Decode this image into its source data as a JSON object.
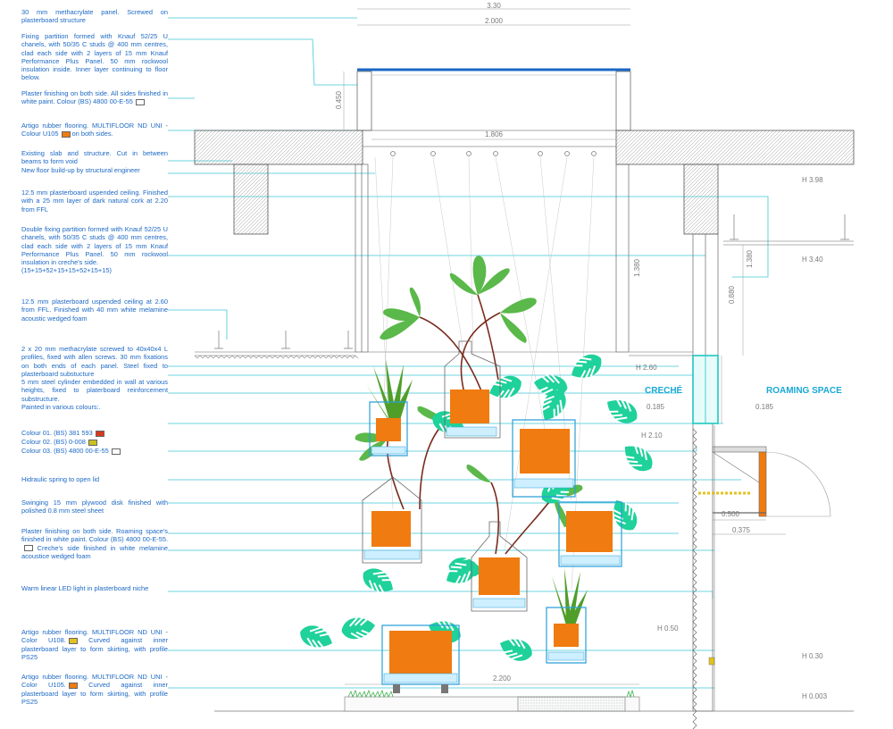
{
  "notes": [
    {
      "text": "30 mm methacrylate panel. Screwed on plasterboard structure"
    },
    {
      "text": "Fixing partition formed with Knauf 52/25 U chanels, with 50/35 C studs @ 400 mm centres, clad each side with 2 layers of 15 mm Knauf Performance Plus Panel. 50 mm rockwool insulation inside. Inner layer continuing to floor below."
    },
    {
      "text": "Plaster finishing on both side. All sides finished in white paint.  Colour (BS) 4800 00-E-55",
      "swatch": "#ffffff"
    },
    {
      "text": "Artigo rubber flooring. MULTIFLOOR ND UNI - Colour U105",
      "swatch": "#f07b10",
      "after": "on both sides."
    },
    {
      "text": "Existing slab and structure. Cut in between beams to form void\nNew floor build-up by structural engineer"
    },
    {
      "text": "12.5 mm plasterboard uspended ceiling. Finished with a 25 mm layer of dark natural cork at 2.20 from FFL"
    },
    {
      "text": "Double fixing partition formed with Knauf 52/25 U chanels, with 50/35 C studs @ 400 mm centres, clad each side with 2 layers of 15 mm Knauf Performance Plus Panel. 50 mm rockwool insulation in creche's side.\n (15+15+52+15+15+52+15+15)"
    },
    {
      "text": "12.5 mm plasterboard uspended ceiling at 2.60 from FFL. Finished with 40 mm white melamine acoustic wedged foam"
    },
    {
      "text": "2 x 20 mm methacrylate screwed to 40x40x4 L profiles, fixed with allen screws. 30 mm fixations on both ends of each panel. Steel fixed to plasterboard substucture\n5 mm steel cylinder embedded in wall at various heights, fixed to platerboard reinforcement substructure.\nPainted in various colours:."
    },
    {
      "text": "Colour 01. (BS) 381 593",
      "swatch": "#d9391e"
    },
    {
      "text": "Colour 02. (BS) 0-008",
      "swatch": "#c9c21d"
    },
    {
      "text": "Colour 03. (BS) 4800 00-E-55",
      "swatch": "#ffffff"
    },
    {
      "text": "Hidraulic spring to open lid"
    },
    {
      "text": "Swinging 15 mm plywood disk finished with polished 0.8 mm steel sheet"
    },
    {
      "text": "Plaster finishing on both side. Roaming space's finished in white paint.  Colour (BS) 4800 00-E-55.",
      "swatch": "#ffffff",
      "after": "Creche's side finished in white melamine acoustice wedged foam"
    },
    {
      "text": "Warm linear LED light in plasterboard niche"
    },
    {
      "text": "Artigo rubber flooring. MULTIFLOOR ND UNI - Color U108.",
      "swatch": "#e3c21e",
      "after": "Curved against inner plasterboard layer to form skirting, with profile PS25"
    },
    {
      "text": "Artigo rubber flooring. MULTIFLOOR ND UNI - Color U105.",
      "swatch": "#f07b10",
      "after": "Curved against inner plasterboard layer to form skirting, with profile PS25"
    }
  ],
  "dimensions": {
    "d330": "3.30",
    "d2000": "2.000",
    "d0450": "0.450",
    "d1806": "1.806",
    "d1380": "1.380",
    "d0880": "0.880",
    "d1380b": "1.380",
    "d0185a": "0.185",
    "d0185b": "0.185",
    "d0500": "0.500",
    "d0375": "0.375",
    "d2200": "2.200"
  },
  "levels": {
    "h398": "H  3.98",
    "h340": "H  3.40",
    "h260": "H  2.60",
    "h210": "H  2.10",
    "h050": "H  0.50",
    "h030": "H  0.30",
    "h0003": "H  0.003"
  },
  "rooms": {
    "creche": "CRECHÉ",
    "roaming": "ROAMING SPACE"
  },
  "colors": {
    "leader": "#3ec8d8",
    "note_text": "#1c68c4",
    "plant_orange": "#f07b10",
    "leaf_green": "#5bb84a",
    "monstera": "#1fd19a",
    "glass": "#2a9fd6",
    "stem": "#7a2c1e"
  }
}
